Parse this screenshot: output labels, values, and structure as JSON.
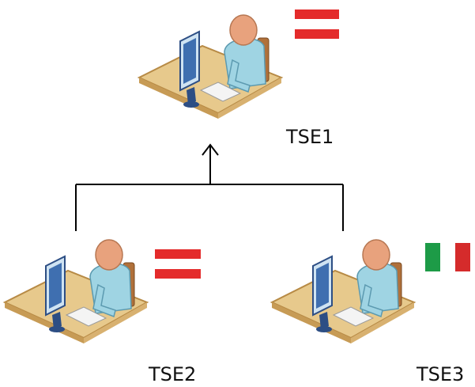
{
  "nodes": [
    {
      "id": "tse1",
      "label": "TSE1",
      "flag": "austria-flag"
    },
    {
      "id": "tse2",
      "label": "TSE2",
      "flag": "austria-flag"
    },
    {
      "id": "tse3",
      "label": "TSE3",
      "flag": "italy-flag"
    }
  ],
  "edges": [
    {
      "from": "tse2",
      "to": "tse1"
    },
    {
      "from": "tse3",
      "to": "tse1"
    }
  ],
  "colors": {
    "austria_red": "#e42b2b",
    "italy_green": "#1d9b47",
    "italy_red": "#d52b2b",
    "desk": "#e7c98c",
    "desk_edge": "#b78a45",
    "monitor": "#3f6fb0",
    "person_body": "#9fd4e3",
    "skin": "#e8a27d",
    "line": "#000000"
  }
}
